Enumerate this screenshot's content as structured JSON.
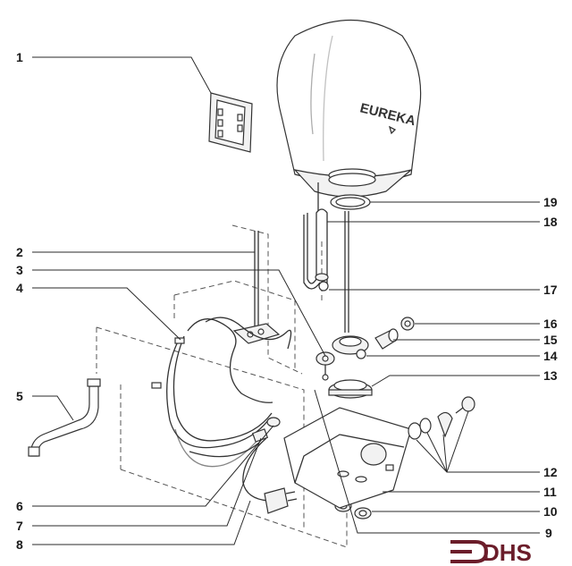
{
  "diagram": {
    "brand_label": "EUREKA",
    "logo_text": "DHS",
    "callouts": [
      "1",
      "2",
      "3",
      "4",
      "5",
      "6",
      "7",
      "8",
      "9",
      "10",
      "11",
      "12",
      "13",
      "14",
      "15",
      "16",
      "17",
      "18",
      "19"
    ]
  }
}
